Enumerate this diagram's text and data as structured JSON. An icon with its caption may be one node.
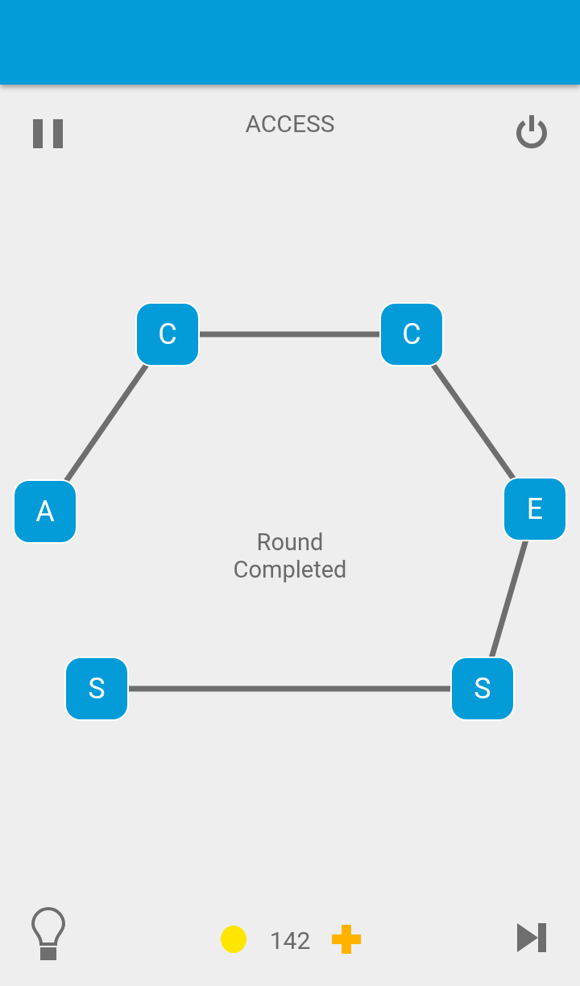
{
  "diagram": {
    "nodes": [
      {
        "text": [],
        "shape": "bar"
      },
      {
        "text": [
          "C"
        ]
      },
      {
        "text": [
          "C"
        ]
      },
      {
        "text": [
          "A"
        ]
      },
      {
        "text": [
          "E"
        ]
      },
      {
        "text": [
          "S"
        ]
      },
      {
        "text": [
          "S"
        ]
      }
    ],
    "edges": [
      {
        "from": 3,
        "to": 1,
        "arrow": "none"
      },
      {
        "from": 1,
        "to": 2,
        "arrow": "none"
      },
      {
        "from": 2,
        "to": 4,
        "arrow": "none"
      },
      {
        "from": 4,
        "to": 6,
        "arrow": "none"
      },
      {
        "from": 6,
        "to": 5,
        "arrow": "none"
      }
    ],
    "labels": [
      "ACCESS",
      "Round Completed",
      "142"
    ]
  }
}
